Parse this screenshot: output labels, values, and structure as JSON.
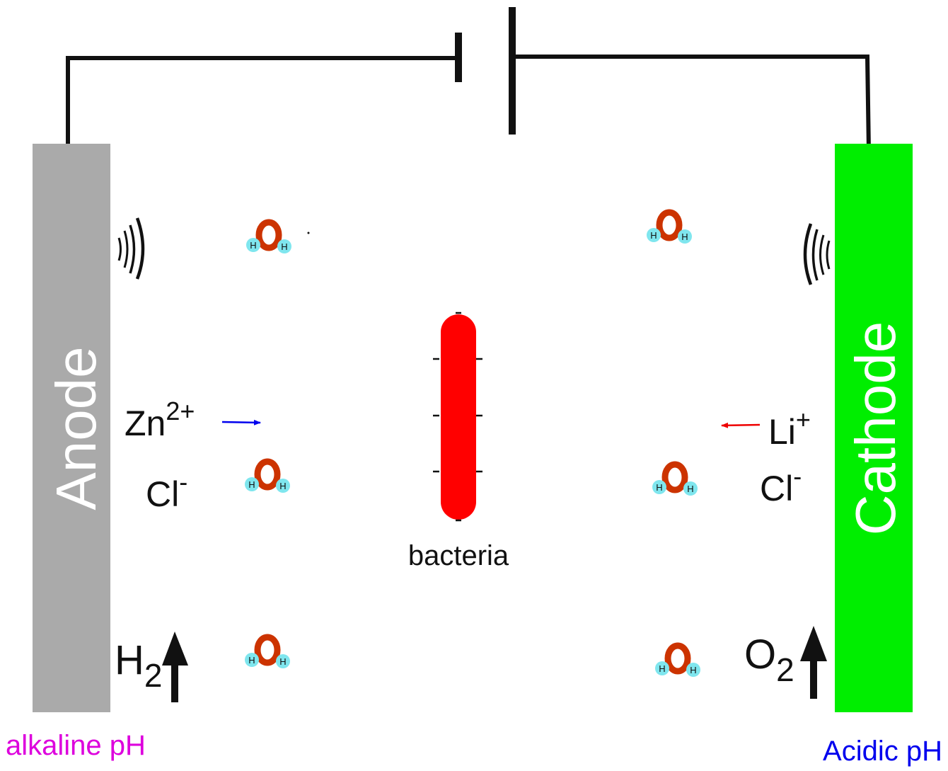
{
  "electrodes": {
    "anode": {
      "label": "Anode",
      "color": "#aaaaaa",
      "label_color": "#ffffff"
    },
    "cathode": {
      "label": "Cathode",
      "color": "#00ee00",
      "label_color": "#ffffff"
    }
  },
  "wire_color": "#111111",
  "ions": {
    "zn": {
      "base": "Zn",
      "charge": "2+",
      "arrow_color": "#0000ee"
    },
    "li": {
      "base": "Li",
      "charge": "+",
      "arrow_color": "#ee0000"
    },
    "cl_left": {
      "base": "Cl",
      "charge": "-"
    },
    "cl_right": {
      "base": "Cl",
      "charge": "-"
    }
  },
  "gases": {
    "h2": {
      "base": "H",
      "sub": "2"
    },
    "o2": {
      "base": "O",
      "sub": "2"
    }
  },
  "bacteria": {
    "label": "bacteria",
    "color": "#ff0000"
  },
  "water": {
    "oxygen_color": "#cc3300",
    "hydrogen_color": "#7fe6ee",
    "hydrogen_label": "H"
  },
  "ph": {
    "left": {
      "text": "alkaline pH",
      "color": "#dd00dd"
    },
    "right": {
      "text": "Acidic pH",
      "color": "#0000ee"
    }
  }
}
